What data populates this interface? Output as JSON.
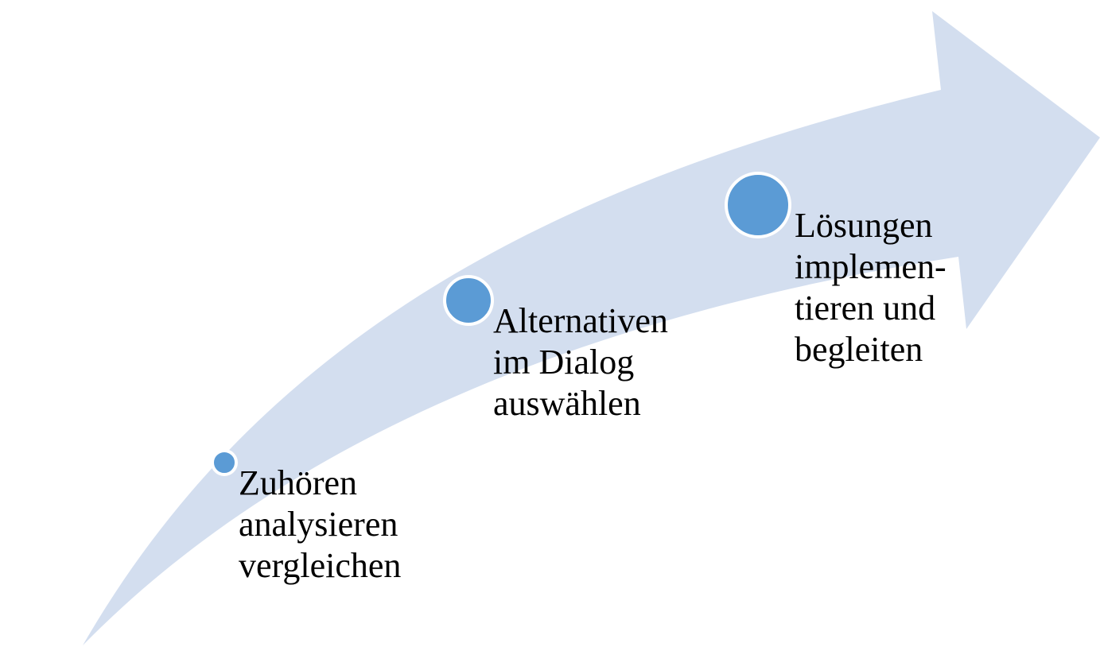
{
  "colors": {
    "arrow_fill": "#d3deef",
    "dot_fill": "#5b9bd5",
    "dot_stroke": "#ffffff",
    "text": "#000000"
  },
  "steps": [
    {
      "marker": "circle-small",
      "lines": [
        "Zuhören",
        "analysieren",
        "vergleichen"
      ]
    },
    {
      "marker": "circle-medium",
      "lines": [
        "Alternativen",
        "im Dialog",
        "auswählen"
      ]
    },
    {
      "marker": "circle-large",
      "lines": [
        "Lösungen",
        "implemen-",
        "tieren und",
        "begleiten"
      ]
    }
  ]
}
